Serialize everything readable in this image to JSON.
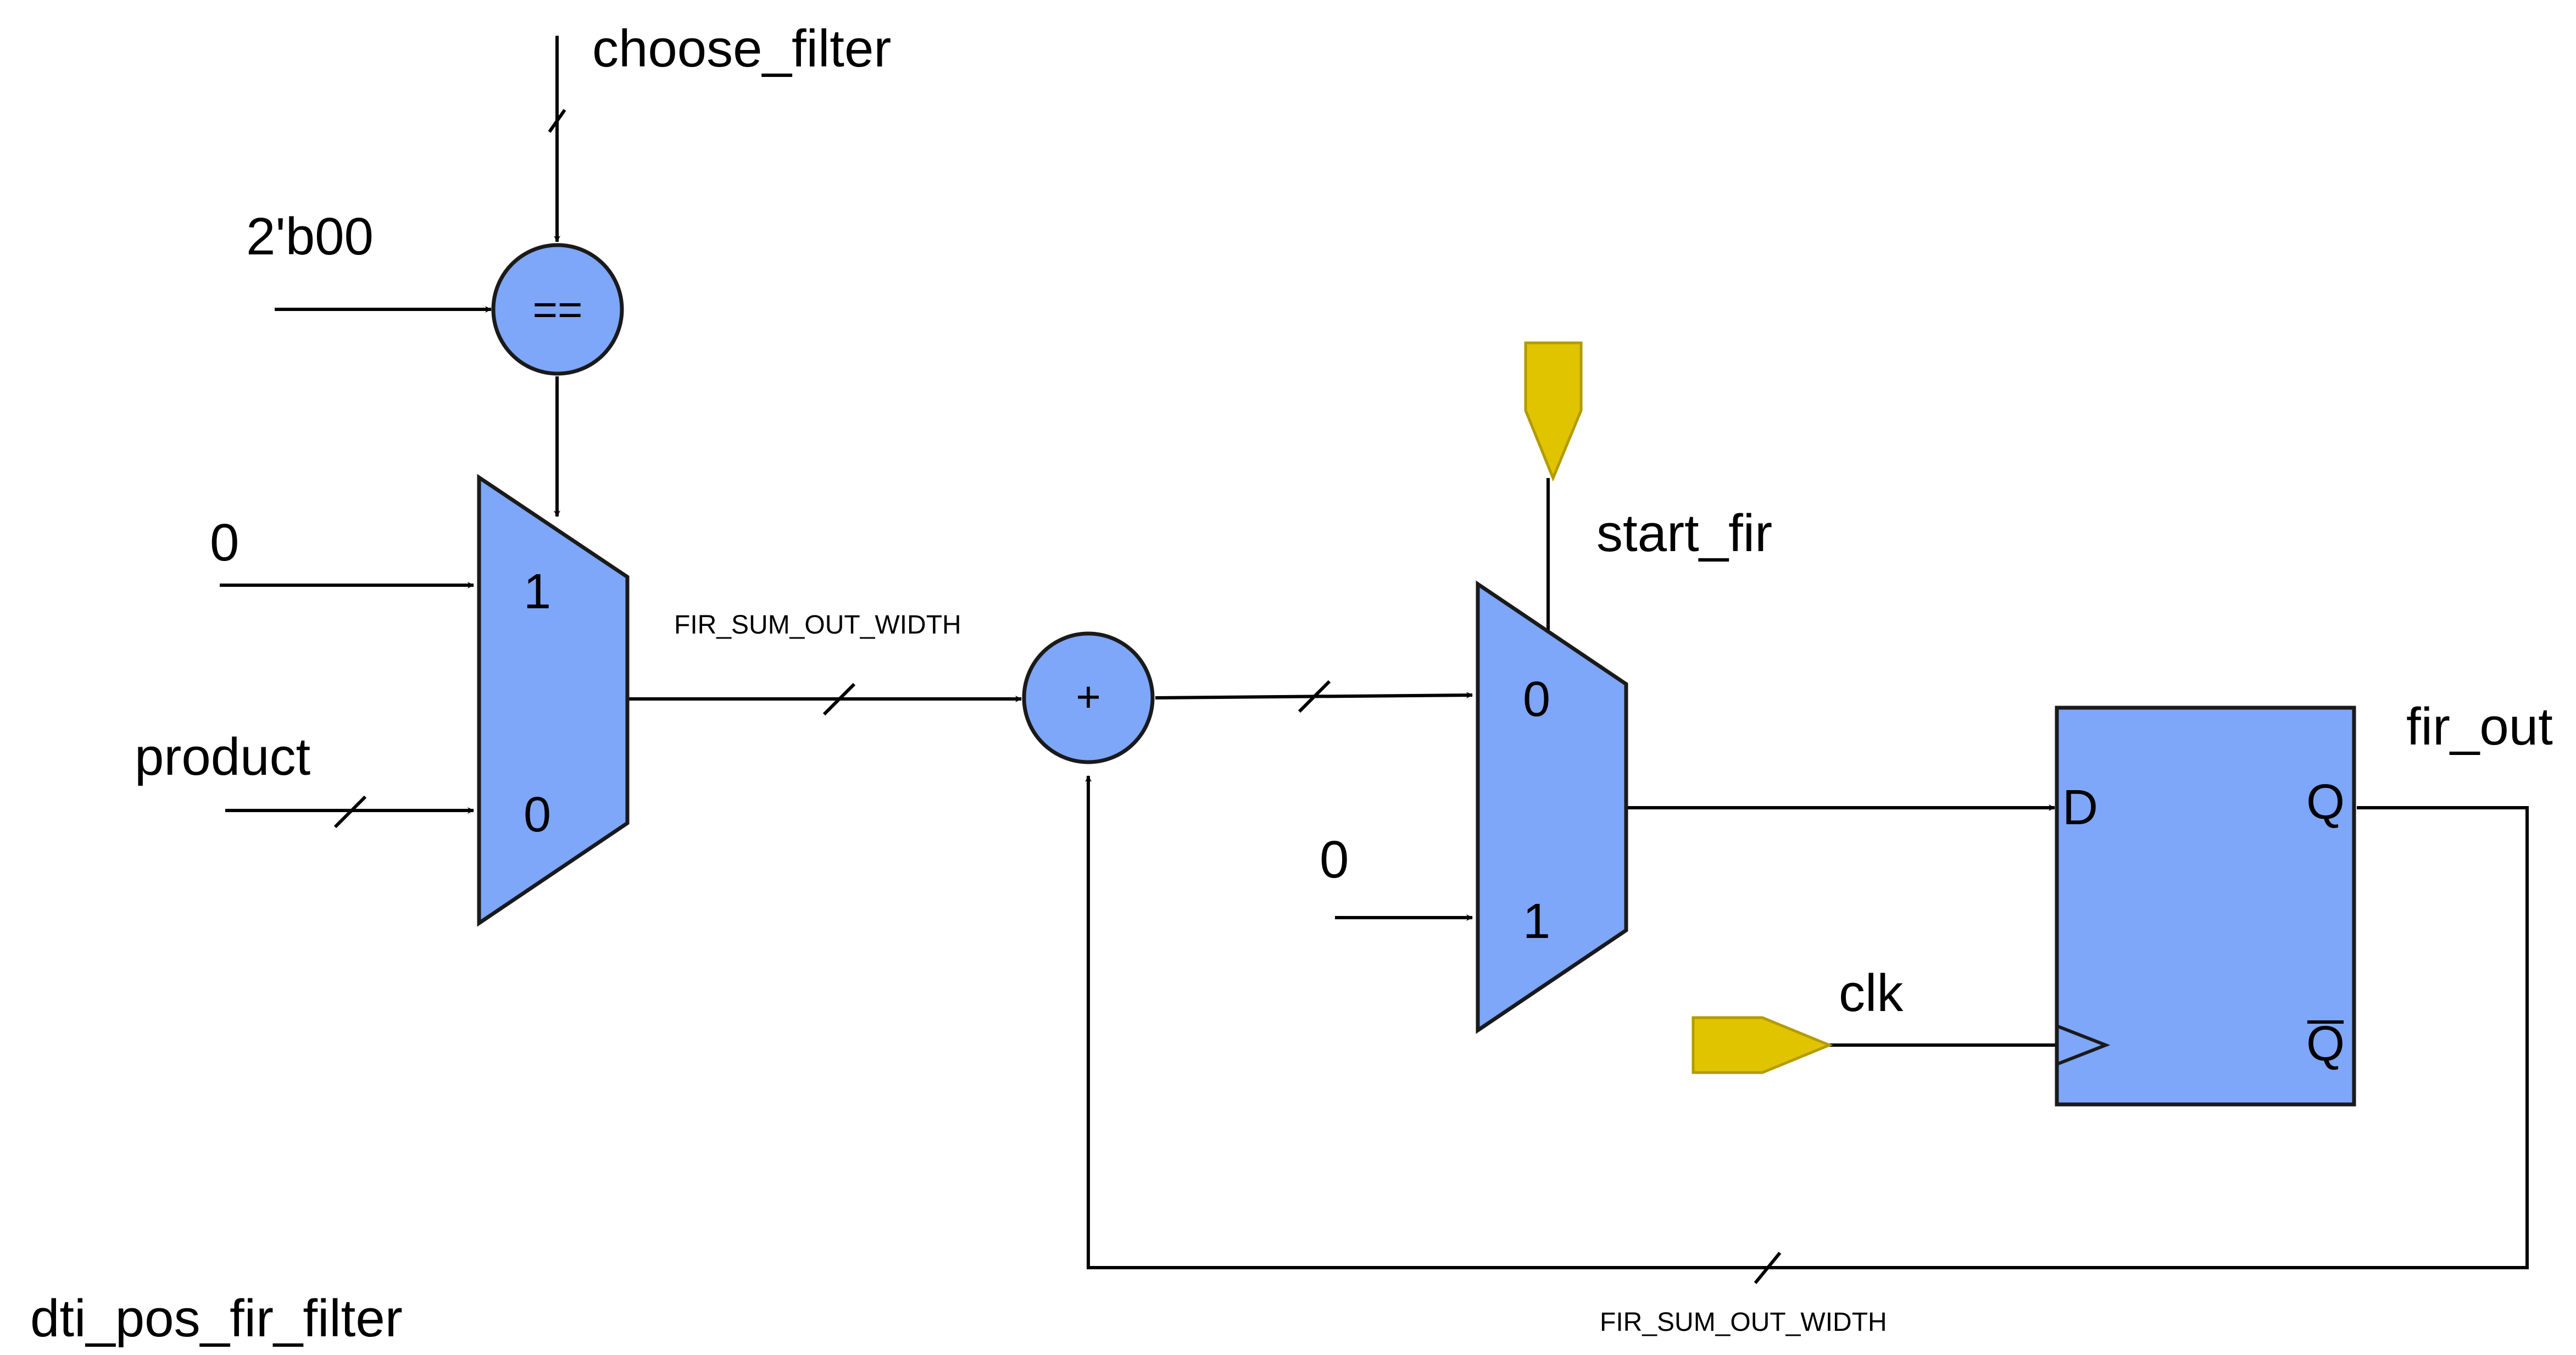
{
  "title": "dti_pos_fir_filter",
  "colors": {
    "block_fill": "#7ea6f9",
    "io_port_fill": "#e0c400",
    "wire": "#000000"
  },
  "signals": {
    "choose_filter": "choose_filter",
    "const_2b00": "2'b00",
    "mux1_in1_const": "0",
    "product": "product",
    "sum_width_top": "FIR_SUM_OUT_WIDTH",
    "start_fir": "start_fir",
    "mux2_in1_const": "0",
    "clk": "clk",
    "fir_out": "fir_out",
    "sum_width_bottom": "FIR_SUM_OUT_WIDTH"
  },
  "blocks": {
    "comparator": {
      "label": "=="
    },
    "mux1": {
      "port_1": "1",
      "port_0": "0"
    },
    "adder": {
      "label": "+"
    },
    "mux2": {
      "port_0": "0",
      "port_1": "1"
    },
    "dff": {
      "d": "D",
      "q": "Q",
      "qbar": "Q"
    }
  }
}
